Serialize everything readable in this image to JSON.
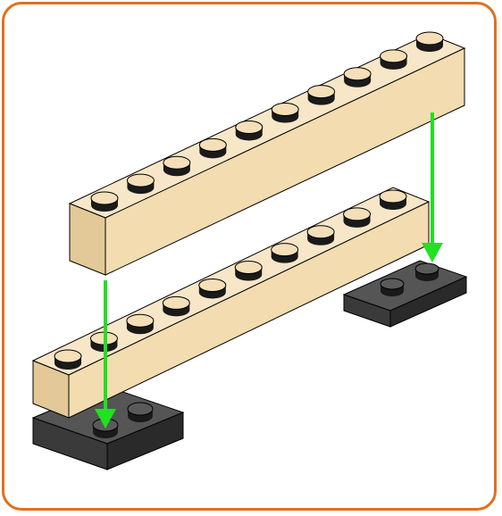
{
  "diagram": {
    "description_visible_text": "",
    "colors": {
      "frame": "#e07020",
      "brick": "#f2dcb0",
      "brick_top": "#f7e7c8",
      "brick_shade": "#e2c997",
      "plate": "#3a3a3a",
      "plate_top": "#555555",
      "plate_side": "#2a2a2a",
      "arrow": "#22e022",
      "stud_top": "#f4dfb8",
      "stud_side": "#1a1a1a",
      "outline": "#000000"
    },
    "parts": {
      "upper_brick": {
        "studs": 10,
        "kind": "1x10 tan brick"
      },
      "lower_brick": {
        "studs": 10,
        "kind": "1x10 tan brick"
      },
      "left_plate": {
        "studs": 2,
        "kind": "1x2 dark gray plate"
      },
      "right_plate": {
        "studs": 2,
        "kind": "1x2 dark gray plate"
      }
    },
    "arrows": [
      {
        "name": "left-arrow",
        "direction": "down"
      },
      {
        "name": "right-arrow",
        "direction": "down"
      }
    ]
  }
}
